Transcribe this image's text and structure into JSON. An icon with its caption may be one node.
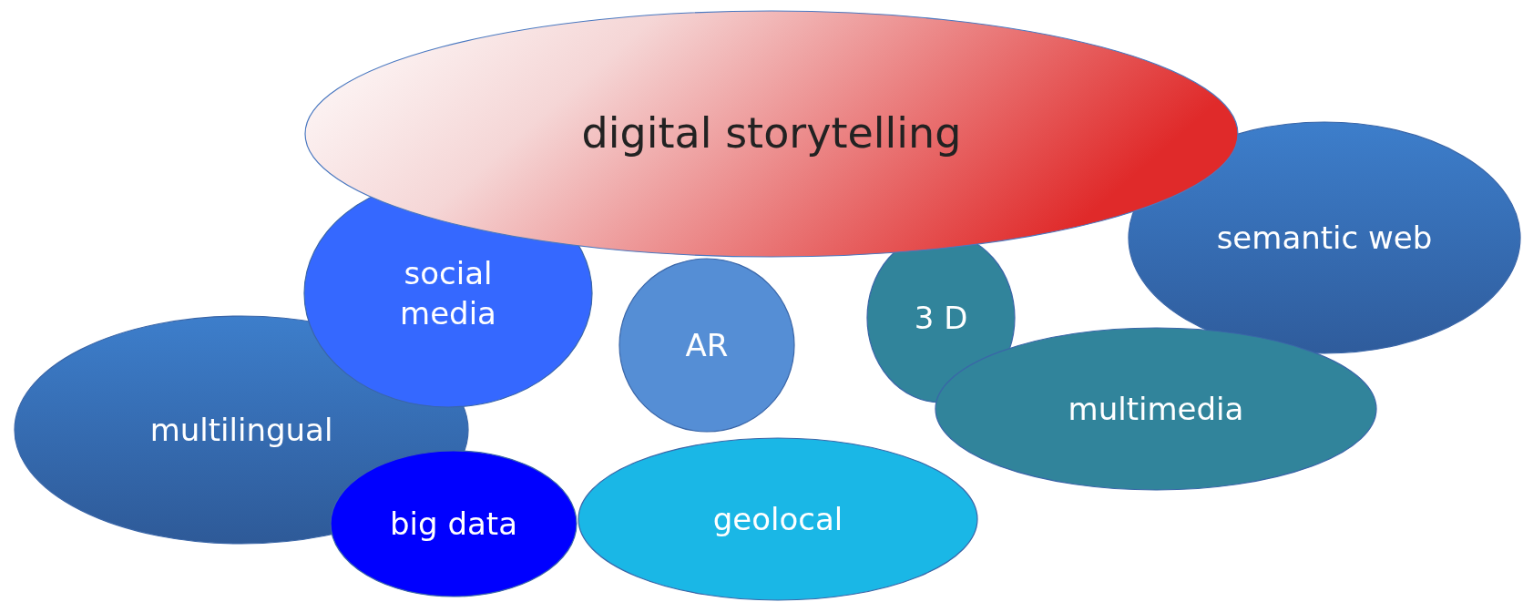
{
  "diagram": {
    "nodes": [
      {
        "text": [
          "digital storytelling"
        ]
      },
      {
        "text": [
          "semantic web"
        ]
      },
      {
        "text": [
          "social media"
        ]
      },
      {
        "text": [
          "AR"
        ]
      },
      {
        "text": [
          "3 D"
        ]
      },
      {
        "text": [
          "multimedia"
        ]
      },
      {
        "text": [
          "multilingual"
        ]
      },
      {
        "text": [
          "big data"
        ]
      },
      {
        "text": [
          "geolocal"
        ]
      }
    ]
  }
}
